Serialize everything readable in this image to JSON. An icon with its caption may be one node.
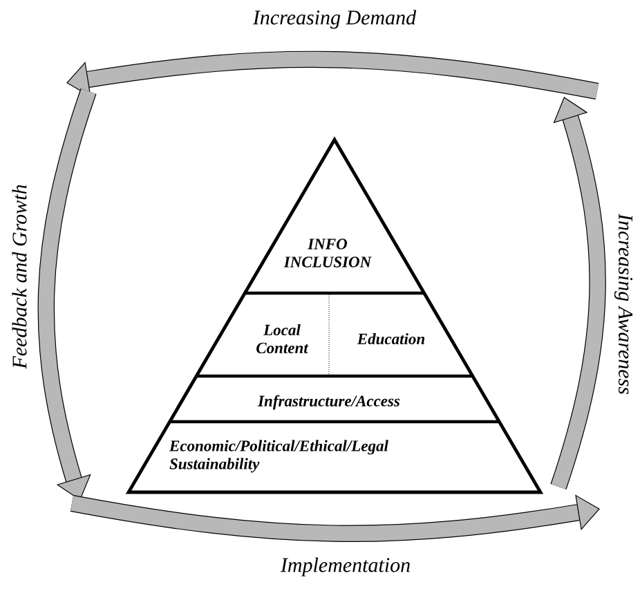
{
  "diagram": {
    "nodes": [
      {
        "text": [
          "INFO INCLUSION"
        ]
      },
      {
        "text": [
          "Local Content"
        ]
      },
      {
        "text": [
          "Education"
        ]
      },
      {
        "text": [
          "Infrastructure/Access"
        ]
      },
      {
        "text": [
          "Economic/Political/Ethical/Legal Sustainability"
        ]
      }
    ],
    "labels": [
      "Increasing Demand",
      "Feedback and Growth",
      "Increasing Awareness",
      "Implementation"
    ]
  }
}
